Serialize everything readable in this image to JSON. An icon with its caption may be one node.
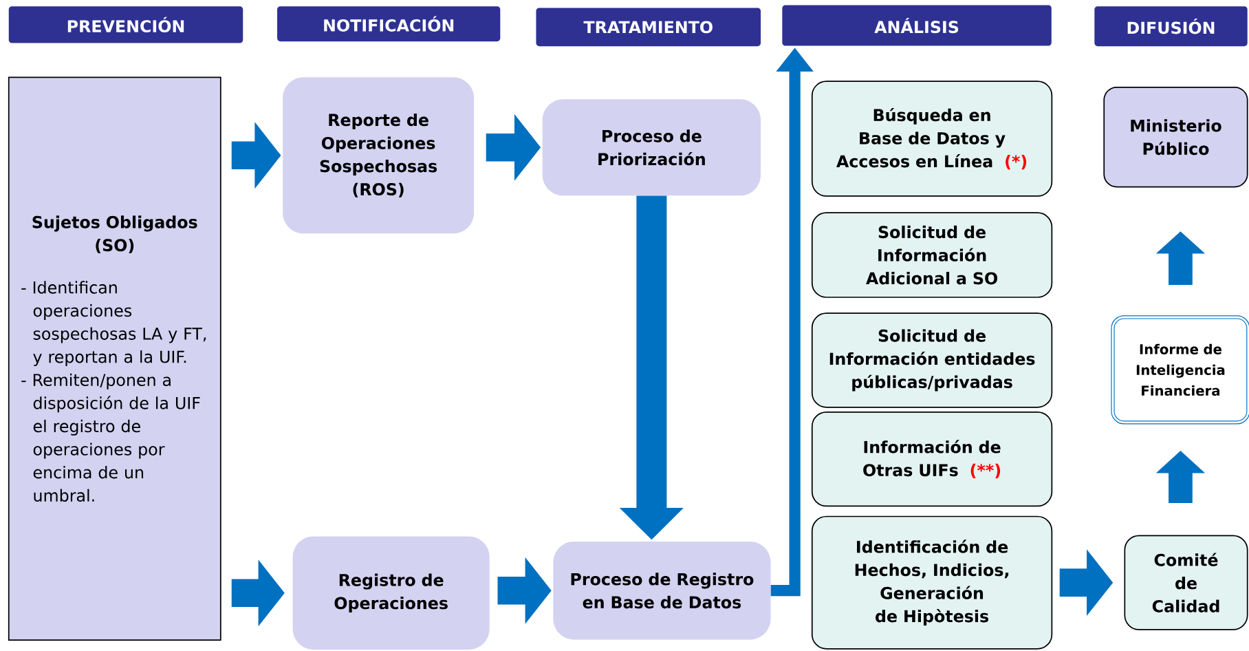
{
  "diagram": {
    "nodes": [
      {
        "text": [
          "PREVENCIÓN"
        ]
      },
      {
        "text": [
          "NOTIFICACIÓN"
        ]
      },
      {
        "text": [
          "TRATAMIENTO"
        ]
      },
      {
        "text": [
          "ANÁLISIS"
        ]
      },
      {
        "text": [
          "DIFUSIÓN"
        ]
      },
      {
        "text": [
          "Sujetos Obligados (SO)",
          "- Identifican operaciones sospechosas LA y FT, y reportan a la UIF.",
          "- Remiten/ponen a disposición de la UIF el registro de operaciones por encima de un umbral."
        ]
      },
      {
        "text": [
          "Reporte de Operaciones Sospechosas (ROS)"
        ]
      },
      {
        "text": [
          "Proceso de Priorización"
        ]
      },
      {
        "text": [
          "Búsqueda en Base de Datos y Accesos en Línea",
          "(*)"
        ]
      },
      {
        "text": [
          "Ministerio Público"
        ]
      },
      {
        "text": [
          "Solicitud de Información Adicional a SO"
        ]
      },
      {
        "text": [
          "Solicitud de Información entidades públicas/privadas"
        ]
      },
      {
        "text": [
          "Informe de Inteligencia Financiera"
        ]
      },
      {
        "text": [
          "Información de Otras UIFs",
          "(**)"
        ]
      },
      {
        "text": [
          "Registro de Operaciones"
        ]
      },
      {
        "text": [
          "Proceso de Registro en Base de Datos"
        ]
      },
      {
        "text": [
          "Identificación de Hechos, Indicios, Generación de Hipòtesis"
        ]
      },
      {
        "text": [
          "Comité de Calidad"
        ]
      }
    ],
    "edges": [
      {
        "from": 5,
        "to": 6,
        "arrow": "to"
      },
      {
        "from": 6,
        "to": 7,
        "arrow": "to"
      },
      {
        "from": 7,
        "to": 15,
        "arrow": "to"
      },
      {
        "from": 5,
        "to": 14,
        "arrow": "to"
      },
      {
        "from": 14,
        "to": 15,
        "arrow": "to"
      },
      {
        "from": 15,
        "to": 3,
        "arrow": "to"
      },
      {
        "from": 16,
        "to": 17,
        "arrow": "to"
      },
      {
        "from": 17,
        "to": 12,
        "arrow": "to"
      },
      {
        "from": 12,
        "to": 9,
        "arrow": "to"
      }
    ]
  }
}
